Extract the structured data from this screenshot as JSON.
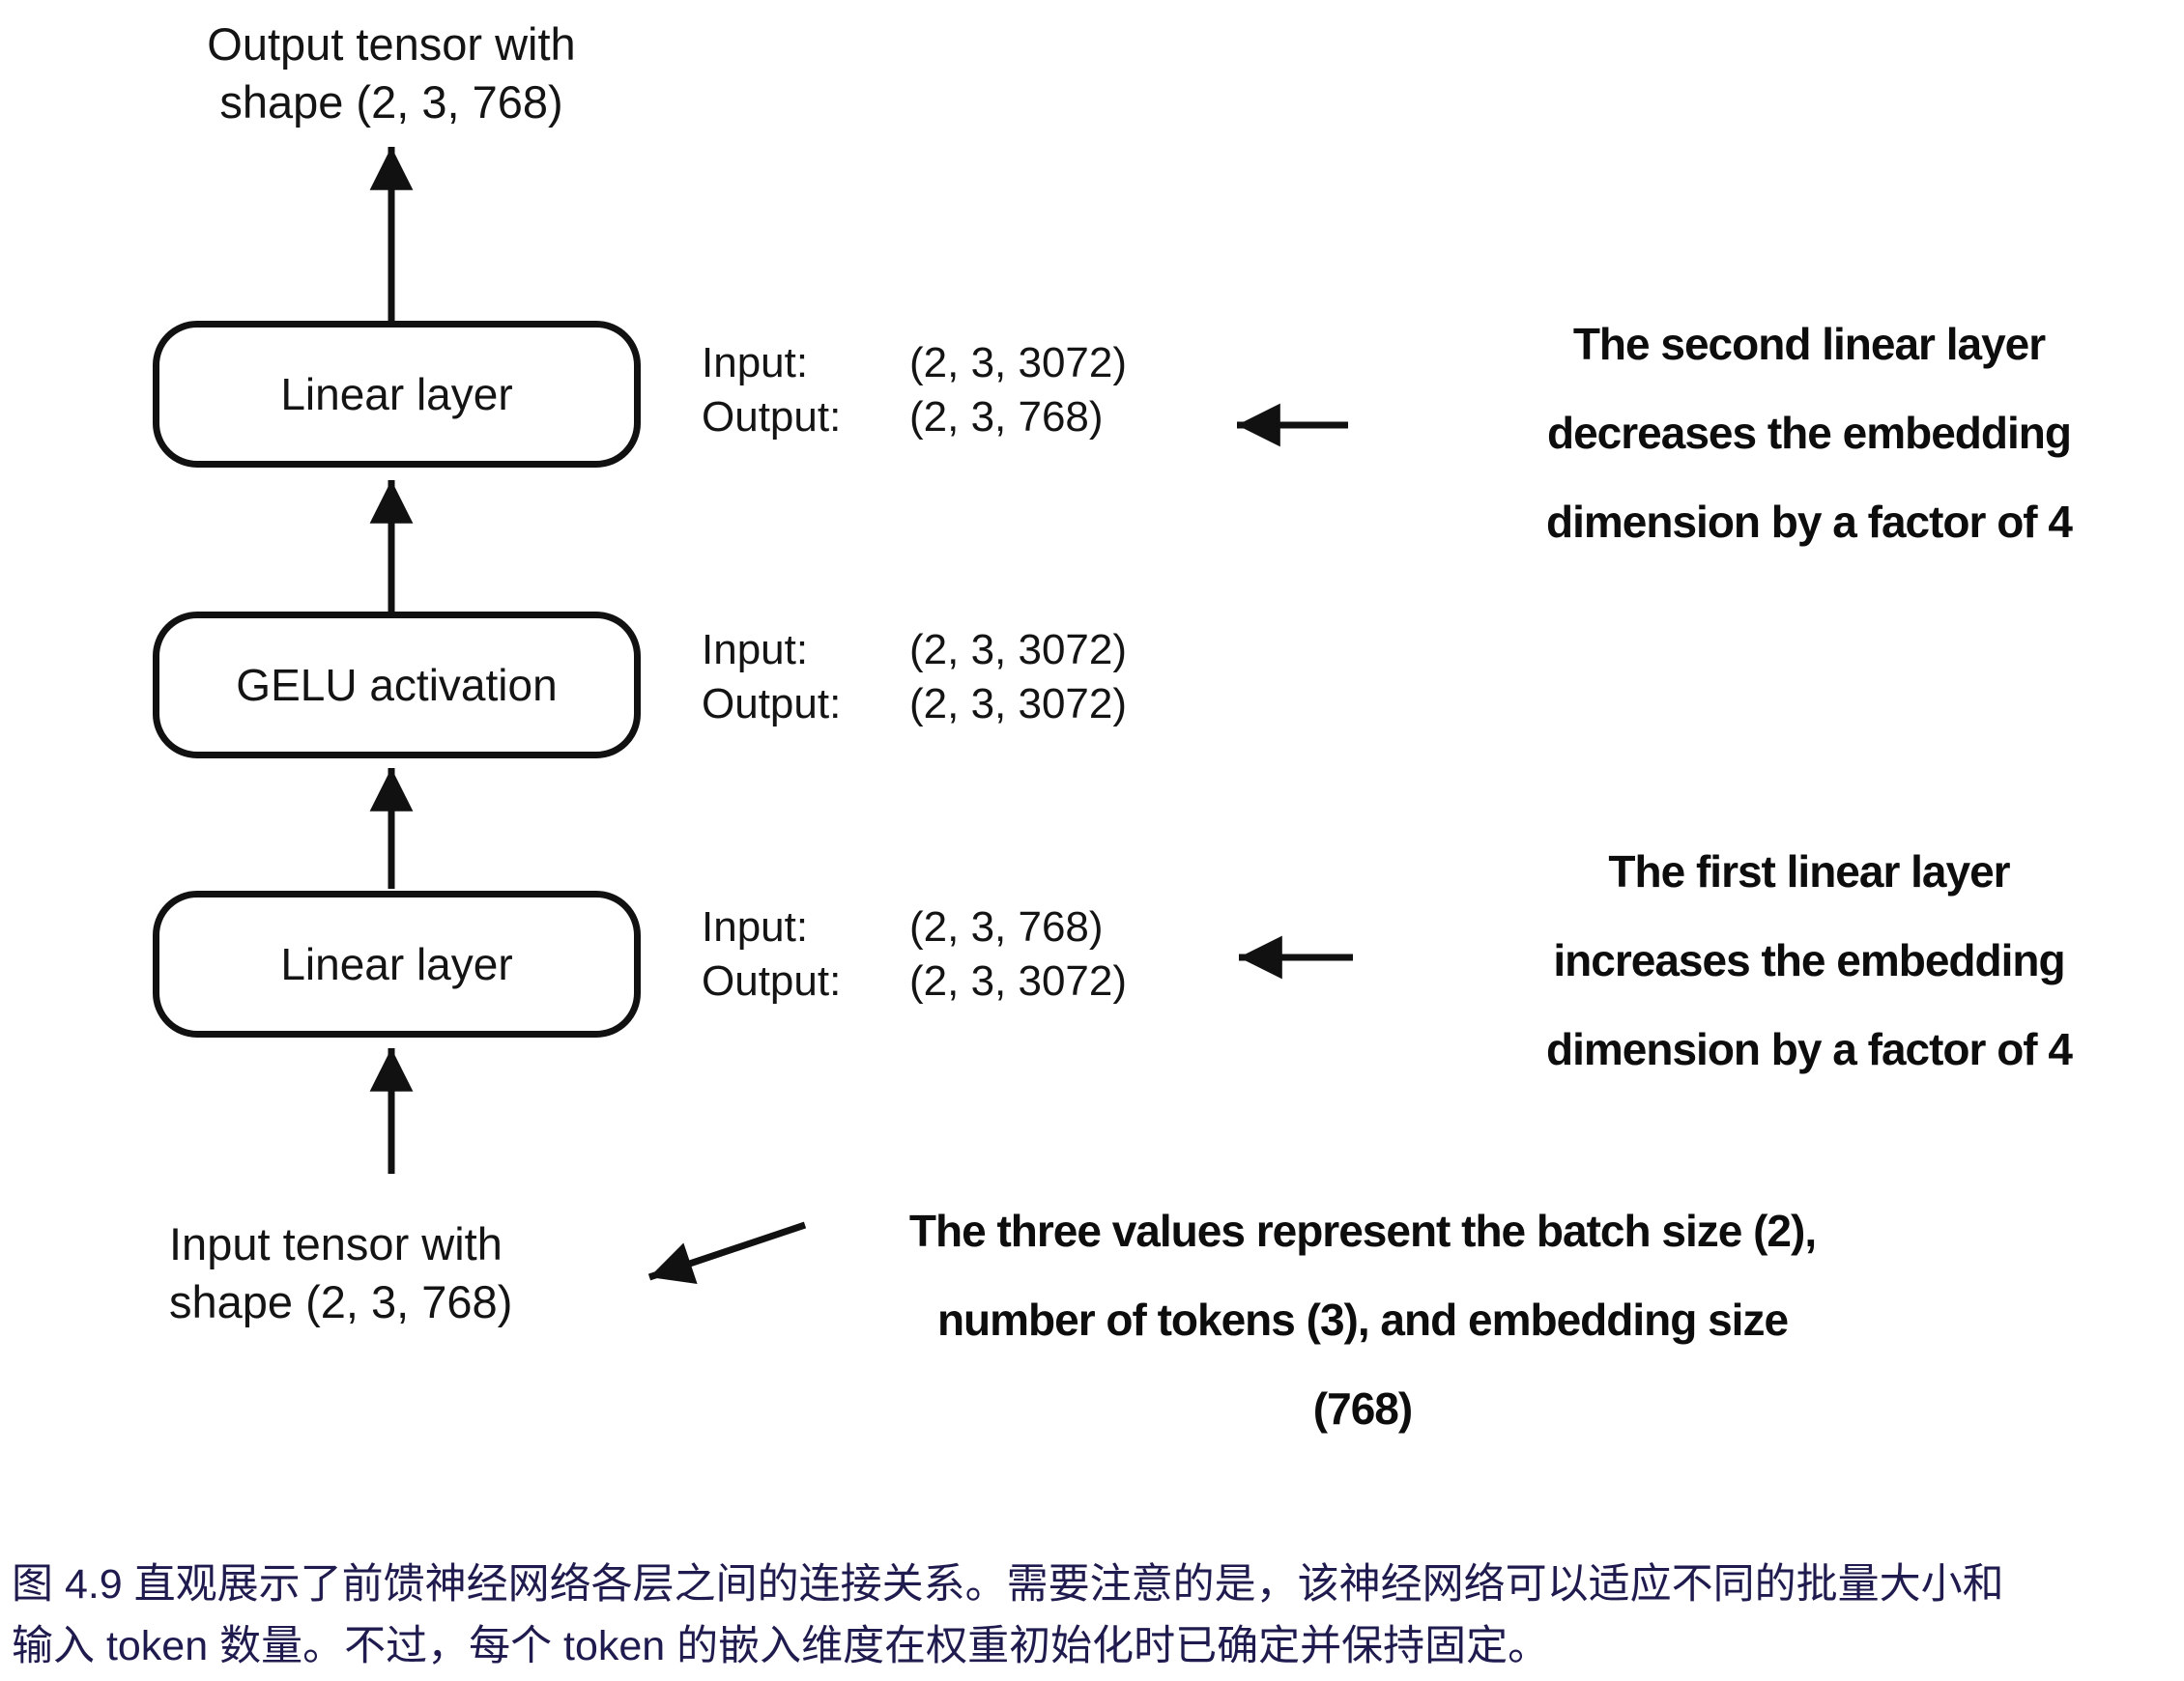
{
  "diagram": {
    "output_tensor_label": {
      "line1": "Output tensor with",
      "line2": "shape (2, 3, 768)"
    },
    "input_tensor_label": {
      "line1": "Input tensor with",
      "line2": "shape (2, 3, 768)"
    },
    "boxes": [
      {
        "label": "Linear layer",
        "io": {
          "input_label": "Input:",
          "input_value": "(2, 3, 3072)",
          "output_label": "Output:",
          "output_value": "(2, 3, 768)"
        }
      },
      {
        "label": "GELU activation",
        "io": {
          "input_label": "Input:",
          "input_value": "(2, 3, 3072)",
          "output_label": "Output:",
          "output_value": "(2, 3, 3072)"
        }
      },
      {
        "label": "Linear layer",
        "io": {
          "input_label": "Input:",
          "input_value": "(2, 3, 768)",
          "output_label": "Output:",
          "output_value": "(2, 3, 3072)"
        }
      }
    ],
    "annotations": {
      "second_linear": {
        "lines": [
          "The second linear layer",
          "decreases the embedding",
          "dimension by a factor of 4"
        ]
      },
      "first_linear": {
        "lines": [
          "The first linear layer",
          "increases the embedding",
          "dimension by a factor of 4"
        ]
      },
      "tensor_shape": {
        "lines": [
          "The three values represent the batch size (2),",
          "number of tokens (3), and embedding size",
          "(768)"
        ]
      }
    },
    "colors": {
      "ink": "#111111",
      "caption_text": "#1f1b4e",
      "background": "#ffffff"
    }
  },
  "caption": {
    "figure_lines": [
      "图 4.9 直观展示了前馈神经网络各层之间的连接关系。需要注意的是，该神经网络可以适应不同的批量大小和",
      "输入 token 数量。不过，每个 token 的嵌入维度在权重初始化时已确定并保持固定。"
    ]
  }
}
